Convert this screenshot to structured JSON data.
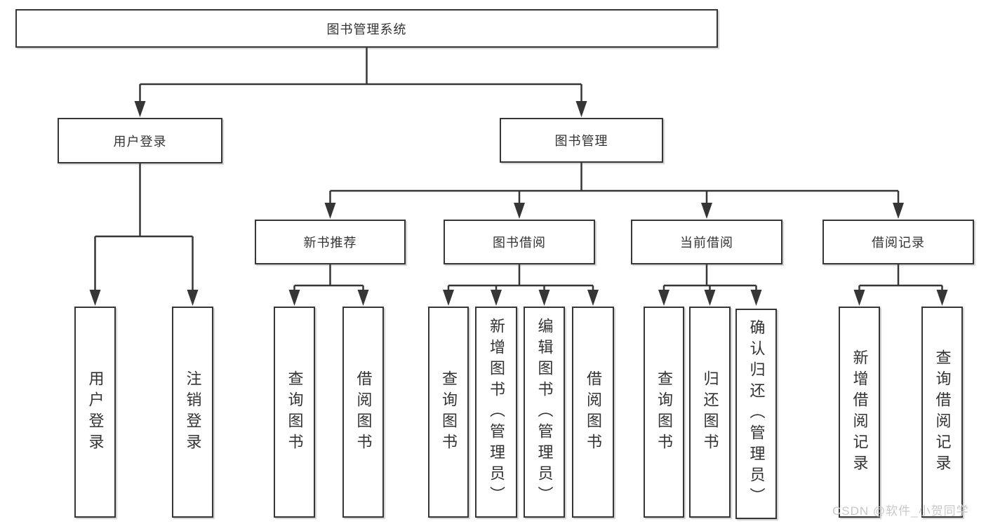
{
  "colors": {
    "background": "#ffffff",
    "box_border": "#363636",
    "connector_line": "#363636",
    "text": "#333333",
    "watermark": "#c8c8c8"
  },
  "tree": {
    "root": {
      "label": "图书管理系统",
      "children": [
        {
          "label": "用户登录",
          "children": [
            {
              "label": "用户登录"
            },
            {
              "label": "注销登录"
            }
          ]
        },
        {
          "label": "图书管理",
          "children": [
            {
              "label": "新书推荐",
              "children": [
                {
                  "label": "查询图书"
                },
                {
                  "label": "借阅图书"
                }
              ]
            },
            {
              "label": "图书借阅",
              "children": [
                {
                  "label": "查询图书"
                },
                {
                  "label": "新增图书（管理员）"
                },
                {
                  "label": "编辑图书（管理员）"
                },
                {
                  "label": "借阅图书"
                }
              ]
            },
            {
              "label": "当前借阅",
              "children": [
                {
                  "label": "查询图书"
                },
                {
                  "label": "归还图书"
                },
                {
                  "label": "确认归还（管理员）"
                }
              ]
            },
            {
              "label": "借阅记录",
              "children": [
                {
                  "label": "新增借阅记录"
                },
                {
                  "label": "查询借阅记录"
                }
              ]
            }
          ]
        }
      ]
    }
  },
  "watermark": {
    "text": "CSDN @软件_小贺同学"
  }
}
